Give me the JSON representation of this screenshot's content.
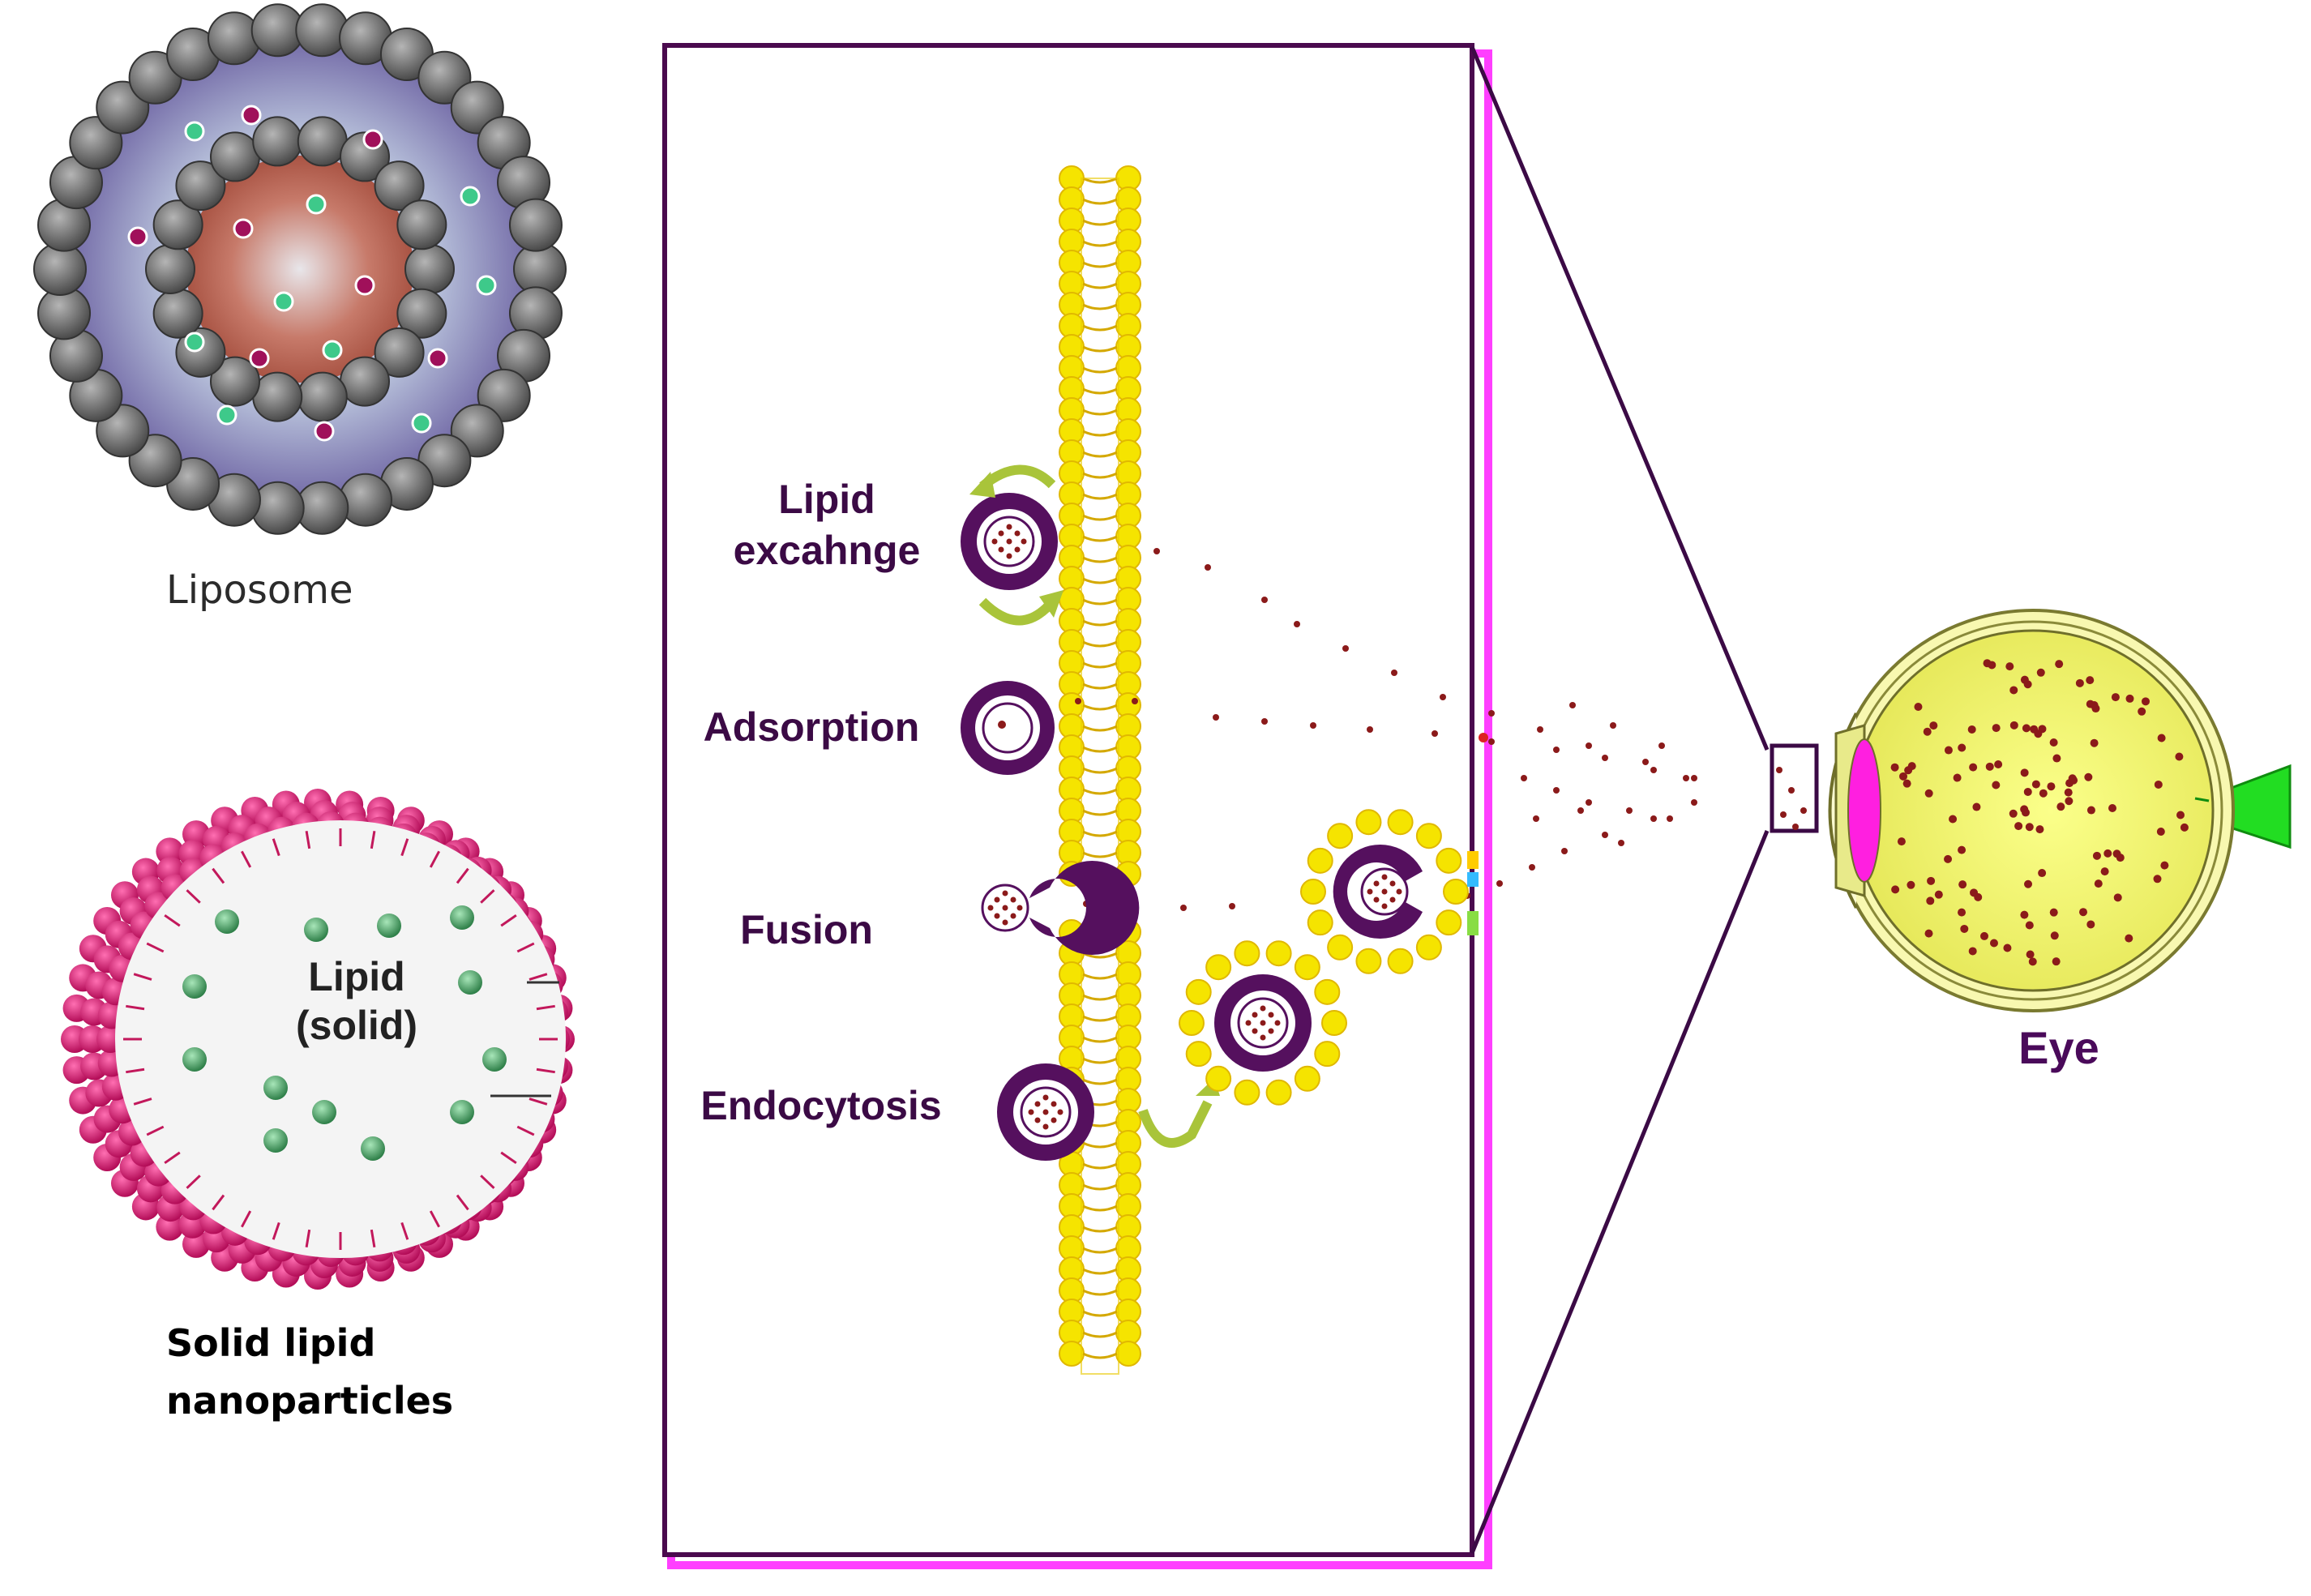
{
  "liposome": {
    "label": "Liposome"
  },
  "sln": {
    "label_line1": "Solid lipid",
    "label_line2": "nanoparticles",
    "core_line1": "Lipid",
    "core_line2": "(solid)"
  },
  "mechanisms": {
    "lipid_exchange_line1": "Lipid",
    "lipid_exchange_line2": "excahnge",
    "adsorption": "Adsorption",
    "fusion": "Fusion",
    "endocytosis": "Endocytosis"
  },
  "eye": {
    "label": "Eye"
  },
  "colors": {
    "frame": "#4a0a4e",
    "frame_shadow": "#ff3fff",
    "membrane": "#f5e400",
    "vesicle": "#55105e",
    "drug_dot": "#8b1a1a",
    "sln_shell": "#e0166f",
    "green_molecule": "#3a9a5c",
    "eye_fluid": "#f2f56a",
    "lens": "#ff1fe0",
    "optic_nerve": "#22dd22"
  }
}
